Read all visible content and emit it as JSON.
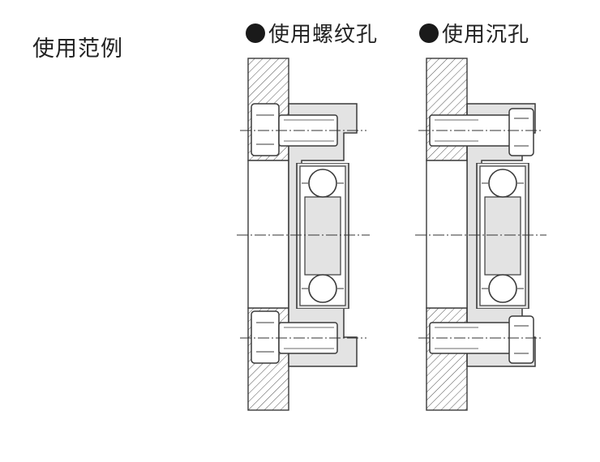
{
  "title": "使用范例",
  "captions": {
    "threaded_hole": "使用螺纹孔",
    "counterbore_hole": "使用沉孔"
  },
  "colors": {
    "part_fill": "#e3e3e3",
    "line": "#3a3a3a",
    "text": "#222222"
  }
}
